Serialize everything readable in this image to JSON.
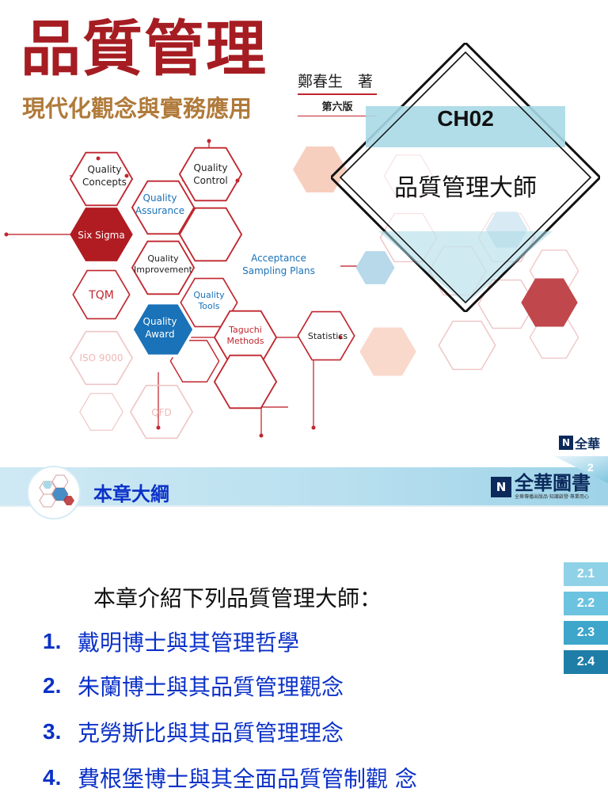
{
  "cover": {
    "book_title": "品質管理",
    "book_subtitle": "現代化觀念與實務應用",
    "author": "鄭春生　著",
    "edition": "第六版",
    "chapter_code": "CH02",
    "chapter_title": "品質管理大師",
    "publisher_logo": "全華",
    "hex_labels": {
      "quality_concepts": [
        "Quality",
        "Concepts"
      ],
      "quality_control": [
        "Quality",
        "Control"
      ],
      "quality_assurance": [
        "Quality",
        "Assurance"
      ],
      "six_sigma": "Six Sigma",
      "quality_improvement": [
        "Quality",
        "Improvement"
      ],
      "acceptance_sampling": [
        "Acceptance",
        "Sampling Plans"
      ],
      "tqm": "TQM",
      "quality_tools": [
        "Quality",
        "Tools"
      ],
      "quality_award": [
        "Quality",
        "Award"
      ],
      "taguchi": [
        "Taguchi",
        "Methods"
      ],
      "statistics": "Statistics",
      "iso9000": "ISO 9000",
      "qfd": "QFD"
    },
    "colors": {
      "brand_red": "#a51d22",
      "accent_blue": "#1a72b8",
      "light_blue": "#a9d9e6"
    }
  },
  "slide2": {
    "slide_number": "2",
    "title": "本章大綱",
    "publisher_name": "全華圖書",
    "publisher_tagline": "全華傳播出版品·知識啟發·專業用心",
    "intro": "本章介紹下列品質管理大師：",
    "items": [
      {
        "num": "1.",
        "text": "戴明博士與其管理哲學"
      },
      {
        "num": "2.",
        "text": "朱蘭博士與其品質管理觀念"
      },
      {
        "num": "3.",
        "text": "克勞斯比與其品質管理理念"
      },
      {
        "num": "4.",
        "text": "費根堡博士與其全面品質管制觀 念"
      }
    ],
    "section_tabs": [
      {
        "label": "2.1",
        "color": "#8fd1e6"
      },
      {
        "label": "2.2",
        "color": "#6cc3df"
      },
      {
        "label": "2.3",
        "color": "#3da6ca"
      },
      {
        "label": "2.4",
        "color": "#1f7ea8"
      }
    ]
  }
}
